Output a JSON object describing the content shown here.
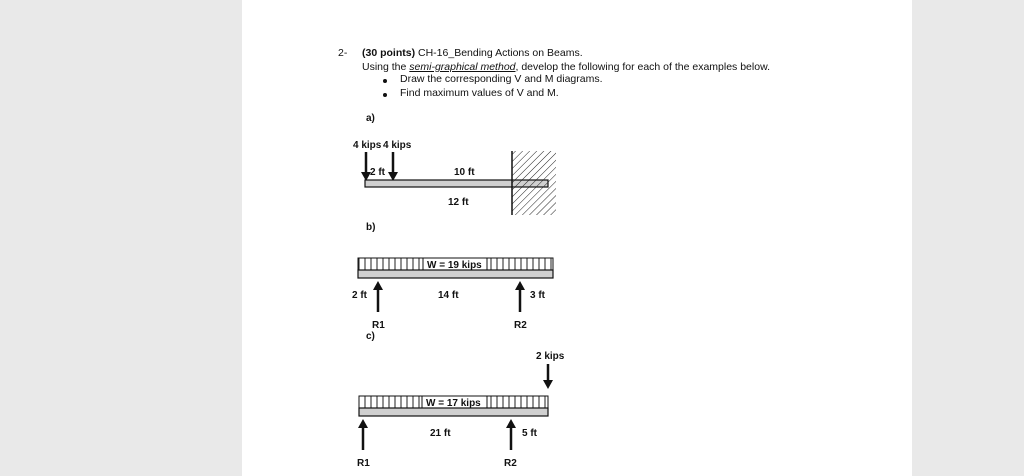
{
  "problem": {
    "number": "2-",
    "points": "(30 points)",
    "title": "CH-16_Bending Actions on Beams.",
    "intro_prefix": "Using the ",
    "method": "semi-graphical method",
    "intro_suffix": ", develop the following for each of the examples below.",
    "bullets": [
      "Draw the corresponding V and M diagrams.",
      "Find maximum values of V and M."
    ]
  },
  "example_a": {
    "label": "a)",
    "load1": "4 kips",
    "load2": "4 kips",
    "dim_gap": "2 ft",
    "dim_span": "10 ft",
    "dim_total": "12 ft"
  },
  "example_b": {
    "label": "b)",
    "load": "W = 19 kips",
    "dim_left": "2 ft",
    "dim_span": "14 ft",
    "dim_right": "3 ft",
    "r1": "R1",
    "r2": "R2"
  },
  "example_c": {
    "label": "c)",
    "point_load": "2 kips",
    "load": "W = 17 kips",
    "dim_span": "21 ft",
    "dim_right": "5 ft",
    "r1": "R1",
    "r2": "R2"
  }
}
